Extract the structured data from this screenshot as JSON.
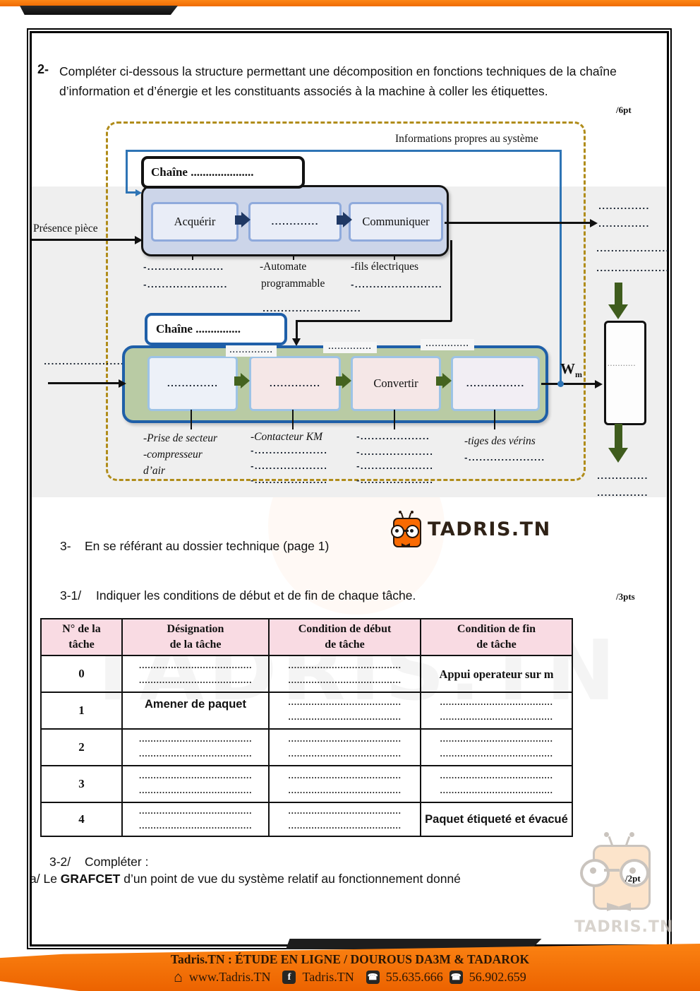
{
  "colors": {
    "accent_orange": "#F87309",
    "chain_info_fill": "#ccd5e9",
    "chain_energy_fill": "#b9cba4",
    "chain_blue_border": "#1F5FA8",
    "blue_signal_line": "#2E74B5",
    "navy_arrow": "#1F3864",
    "green_arrow": "#3f5c1d",
    "dashed_gold": "#b08c1a",
    "table_header_pink": "#f9dbe3"
  },
  "q2": {
    "num": "2-",
    "text": "Compléter ci-dessous la structure permettant une décomposition en fonctions techniques de la chaîne d’information et d’énergie et les constituants associés à la  machine à coller les étiquettes.",
    "pts": "/6pt"
  },
  "diagram": {
    "info_label": "Informations propres au système",
    "presence": "Présence pièce",
    "chain1_title": "Chaîne .....................",
    "c1b1": "Acquérir",
    "c1b2": ".............",
    "c1b3": "Communiquer",
    "u1c1l1": "-.....................",
    "u1c1l2": "-......................",
    "u1c2l1": "-Automate",
    "u1c2l2": "programmable",
    "u1c3l1": "-fils électriques",
    "u1c3l2": "-........................",
    "mid_dots": "...........................",
    "chain2_title": "Chaîne ...............",
    "c2b1": "..............",
    "c2b2": "..............",
    "c2b3": "Convertir",
    "c2b4": "................",
    "t1": "..............",
    "t2": "..............",
    "t3": "..............",
    "left_dots": ".......................",
    "wm": "W",
    "wm_sub": "m",
    "r1": "..............",
    "r2": "..............",
    "r3": "....................",
    "r4": "....................",
    "tallbox_dots": "...........",
    "r5": "..............",
    "r6": "..............",
    "u2c1l1": "-Prise de secteur",
    "u2c1l2": "-compresseur",
    "u2c1l3": "d’air",
    "u2c2l1": "-Contacteur KM",
    "u2c2l2": "-....................",
    "u2c2l3": "-....................",
    "u2c2l4": "-....................",
    "u2c3l1": "-...................",
    "u2c3l2": "-....................",
    "u2c3l3": "-....................",
    "u2c3l4": "-....................",
    "u2c4l1": "-tiges des vérins",
    "u2c4l2": "-....................."
  },
  "logo": {
    "name": "TADRIS.TN"
  },
  "q3": {
    "num": "3-",
    "text": "En se référant au dossier technique (page 1)"
  },
  "q31": {
    "num": "3-1/",
    "text": "Indiquer les conditions de début et de fin de chaque tâche.",
    "pts": "/3pts"
  },
  "table": {
    "h0l1": "N° de la",
    "h0l2": "tâche",
    "h1l1": "Désignation",
    "h1l2": "de la tâche",
    "h2l1": "Condition de début",
    "h2l2": "de tâche",
    "h3l1": "Condition de fin",
    "h3l2": "de tâche",
    "rows": [
      {
        "num": "0",
        "c1a": ".......................................",
        "c1b": ".......................................",
        "c2a": ".......................................",
        "c2b": ".......................................",
        "c3": "Appui operateur sur m"
      },
      {
        "num": "1",
        "c1": "Amener de paquet",
        "c2a": ".......................................",
        "c2b": ".......................................",
        "c3a": ".......................................",
        "c3b": "......................................."
      },
      {
        "num": "2",
        "c1a": ".......................................",
        "c1b": ".......................................",
        "c2a": ".......................................",
        "c2b": ".......................................",
        "c3a": ".......................................",
        "c3b": "......................................."
      },
      {
        "num": "3",
        "c1a": ".......................................",
        "c1b": ".......................................",
        "c2a": ".......................................",
        "c2b": ".......................................",
        "c3a": ".......................................",
        "c3b": "......................................."
      },
      {
        "num": "4",
        "c1a": ".......................................",
        "c1b": ".......................................",
        "c2a": ".......................................",
        "c2b": ".......................................",
        "c3": "Paquet étiqueté et évacué"
      }
    ]
  },
  "q32": {
    "num": "3-2/",
    "text": "Compléter :"
  },
  "q32a": {
    "prefix": "a/ Le ",
    "bold": "GRAFCET",
    "suffix": " d’un point de vue du système relatif au fonctionnement  donné",
    "pts": "/2pt"
  },
  "watermark": {
    "text": "TADRIS.TN"
  },
  "footer": {
    "line1": "Tadris.TN : ÉTUDE EN LIGNE / DOUROUS DA3M & TADAROK",
    "home": "www.Tadris.TN",
    "fb_icon": "f",
    "fb_label": "Tadris.TN",
    "phone1": "55.635.666",
    "phone2": "56.902.659"
  }
}
